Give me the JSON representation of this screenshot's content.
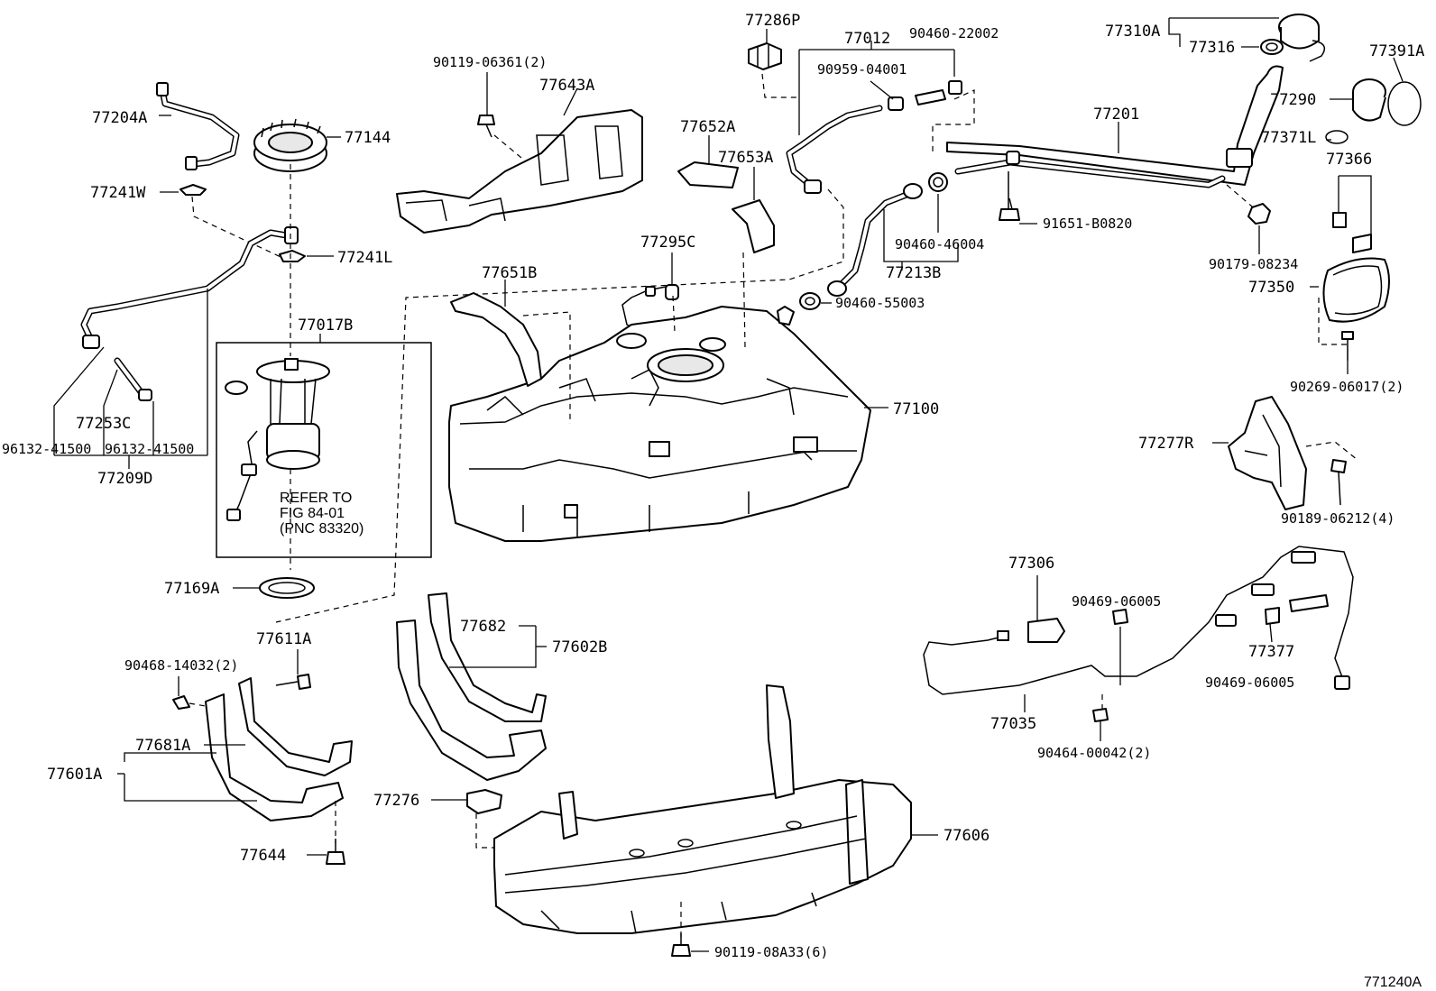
{
  "parts": {
    "p77286P": "77286P",
    "p77012": "77012",
    "p90460_22002": "90460-22002",
    "p90959_04001": "90959-04001",
    "p77310A": "77310A",
    "p77316": "77316",
    "p77391A": "77391A",
    "p77290": "77290",
    "p77371L": "77371L",
    "p77366": "77366",
    "p77201": "77201",
    "p90119_06361": "90119-06361(2)",
    "p77643A": "77643A",
    "p77204A": "77204A",
    "p77144": "77144",
    "p77241W": "77241W",
    "p77241L": "77241L",
    "p77652A": "77652A",
    "p77653A": "77653A",
    "p91651_B0820": "91651-B0820",
    "p90460_46004": "90460-46004",
    "p77213B": "77213B",
    "p90179_08234": "90179-08234",
    "p77350": "77350",
    "p77295C": "77295C",
    "p77651B": "77651B",
    "p90460_55003": "90460-55003",
    "p77017B": "77017B",
    "p90269_06017": "90269-06017(2)",
    "p77100": "77100",
    "p77253C": "77253C",
    "p96132_a": "96132-41500",
    "p96132_b": "96132-41500",
    "p77209D": "77209D",
    "p77277R": "77277R",
    "p90189_06212": "90189-06212(4)",
    "p77169A": "77169A",
    "p77306": "77306",
    "p90469_06005a": "90469-06005",
    "p77682": "77682",
    "p77602B": "77602B",
    "p77377": "77377",
    "p77611A": "77611A",
    "p90468_14032": "90468-14032(2)",
    "p90469_06005b": "90469-06005",
    "p77035": "77035",
    "p77681A": "77681A",
    "p77601A": "77601A",
    "p90464_00042": "90464-00042(2)",
    "p77276": "77276",
    "p77606": "77606",
    "p77644": "77644",
    "p90119_08A33": "90119-08A33(6)"
  },
  "refer": {
    "line1": "REFER TO",
    "line2": "FIG 84-01",
    "line3": "(PNC 83320)"
  },
  "figure_id": "771240A"
}
